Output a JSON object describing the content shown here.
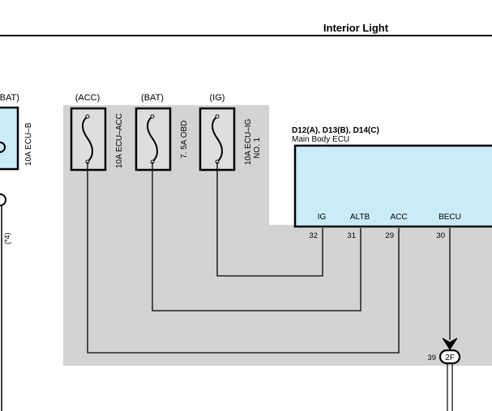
{
  "header": {
    "title": "Interior Light"
  },
  "left_fuse": {
    "source": "(BAT)",
    "label": "10A ECU–B",
    "note": "(*4)"
  },
  "fuses": [
    {
      "source": "(ACC)",
      "label": "10A ECU–ACC"
    },
    {
      "source": "(BAT)",
      "label": "7. 5A OBD"
    },
    {
      "source": "(IG)",
      "label": "10A ECU–IG",
      "label2": "NO. 1"
    }
  ],
  "ecu": {
    "connectors": "D12(A), D13(B), D14(C)",
    "name": "Main Body ECU",
    "terminals": [
      {
        "name": "IG",
        "pin": "32"
      },
      {
        "name": "ALTB",
        "pin": "31"
      },
      {
        "name": "ACC",
        "pin": "29"
      },
      {
        "name": "BECU",
        "pin": "30"
      }
    ]
  },
  "connector": {
    "pin": "39",
    "id": "2F"
  },
  "colors": {
    "ecu_fill": "#c9ecf8",
    "shade": "#d3d3d3",
    "fuse_fill": "#dedede",
    "line": "#000000"
  }
}
